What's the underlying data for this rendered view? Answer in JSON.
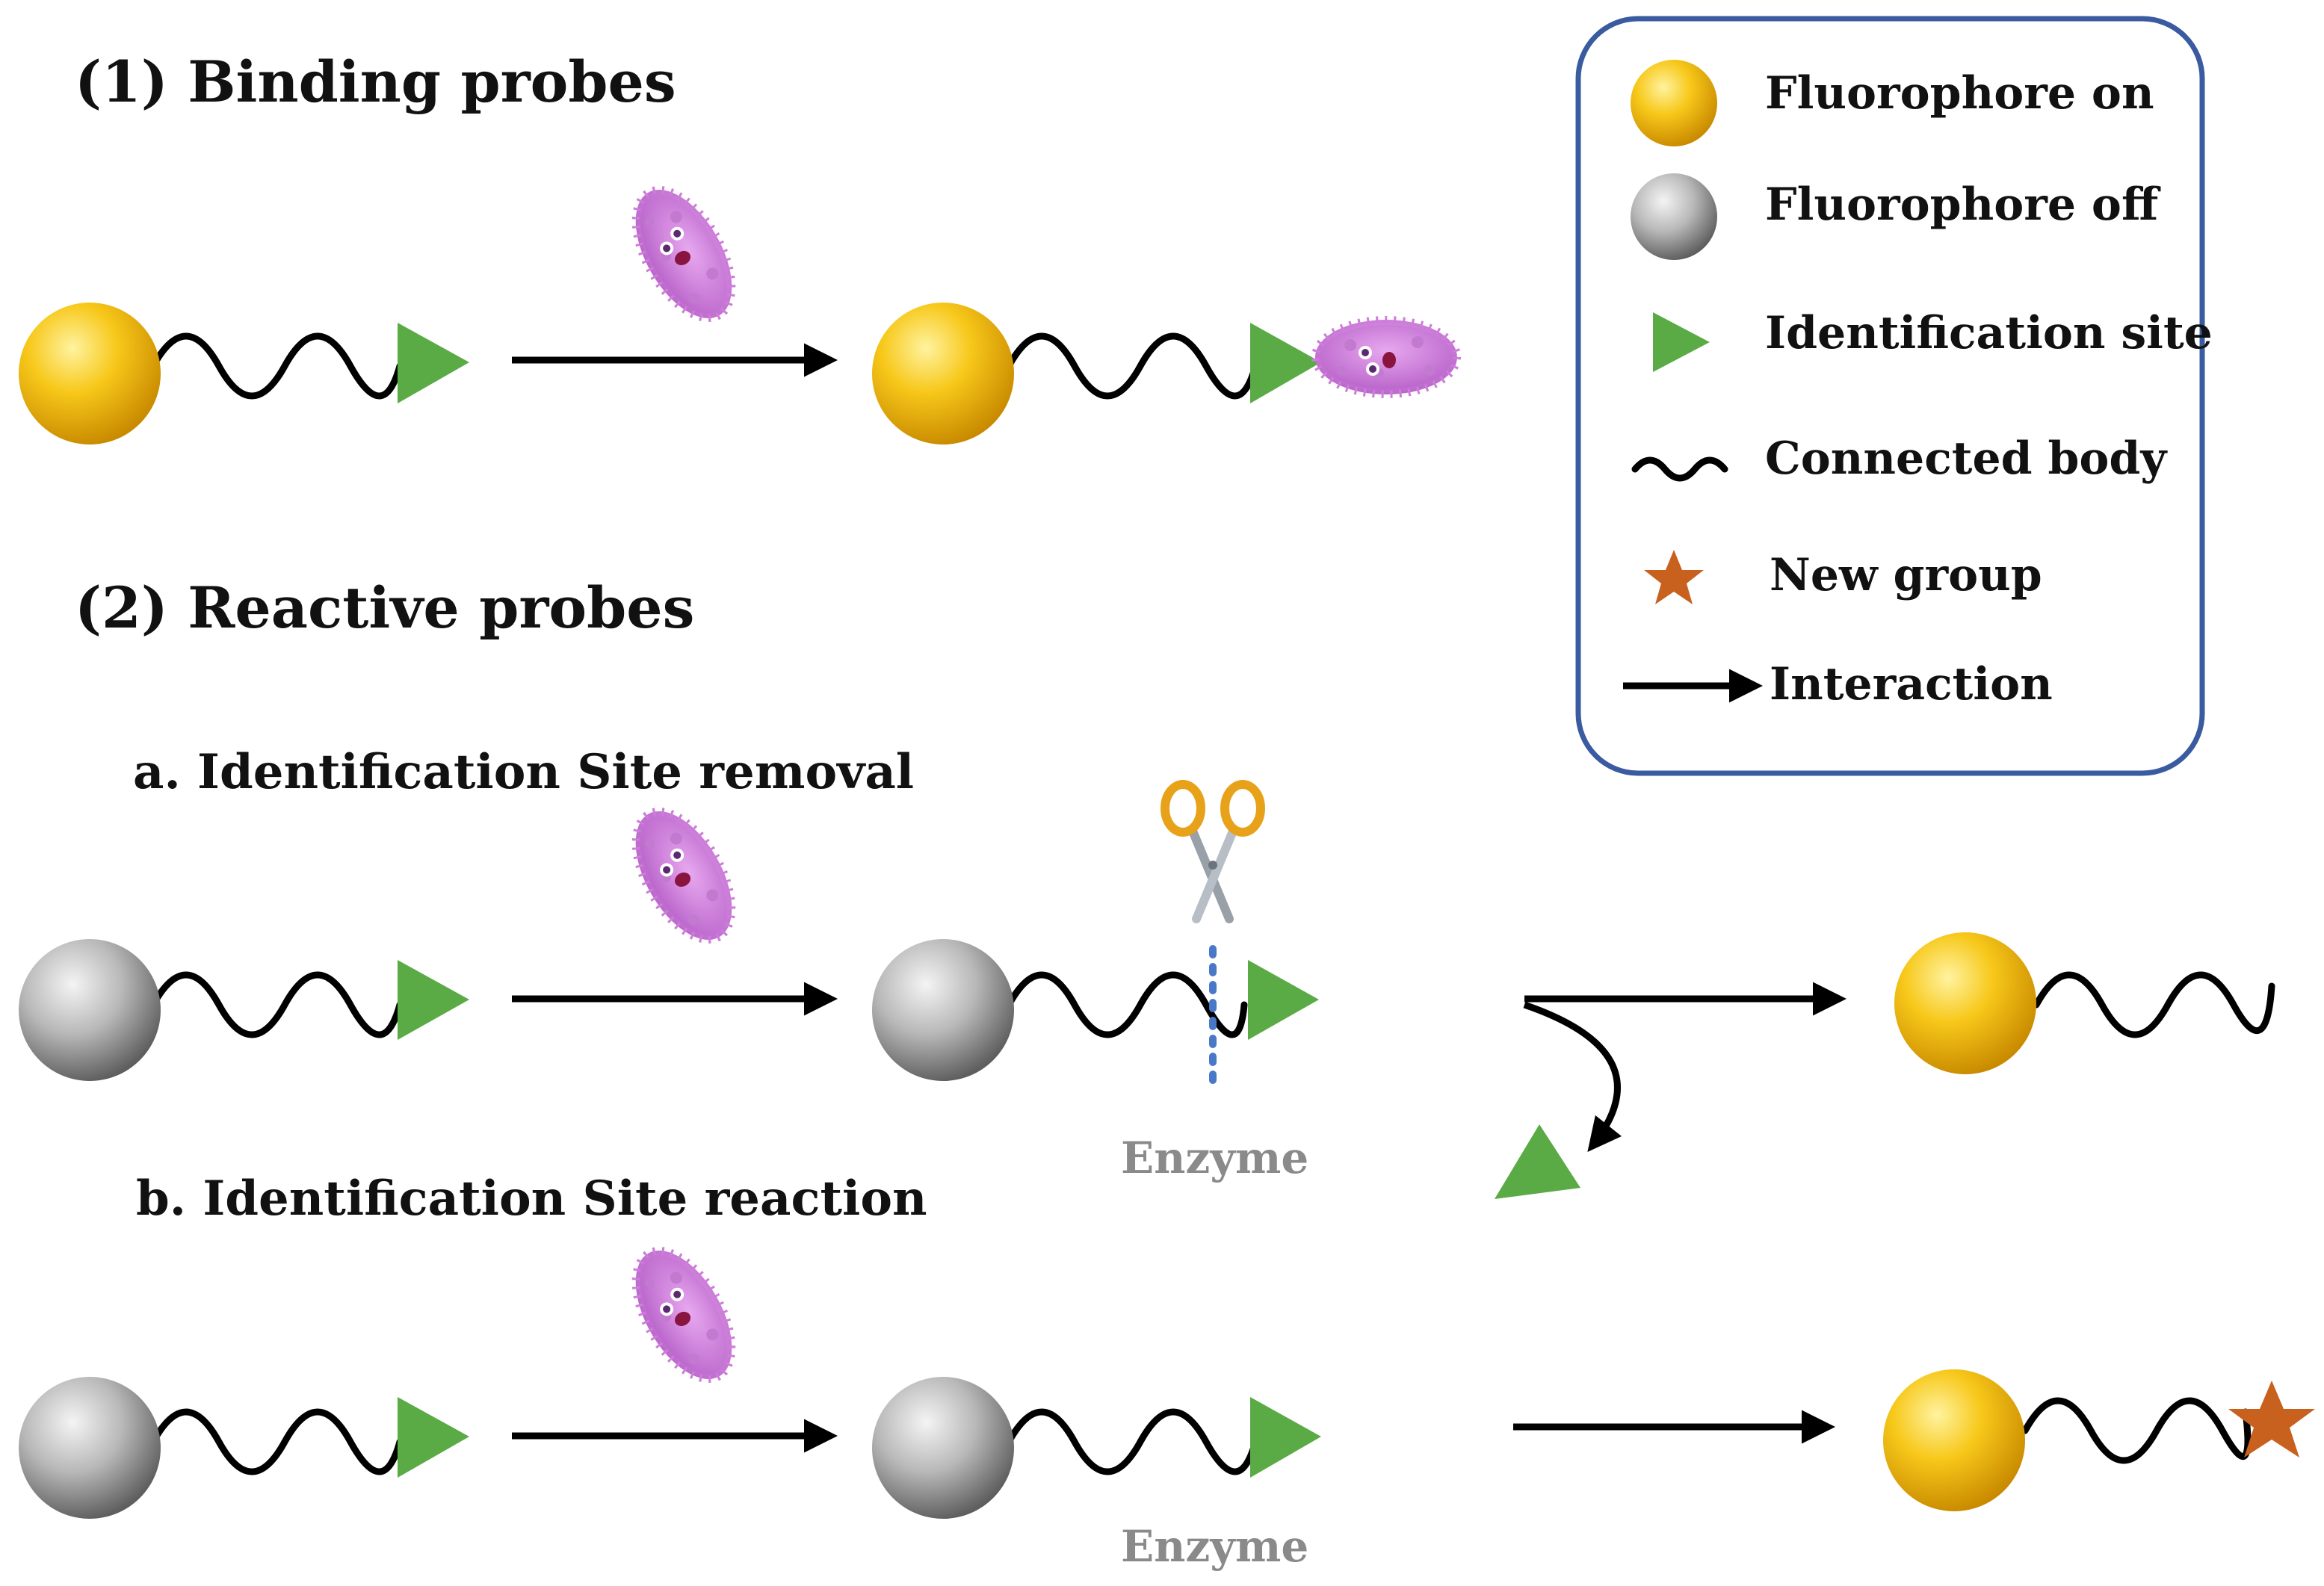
{
  "sections": {
    "binding_title": "(1) Binding probes",
    "reactive_title": "(2) Reactive probes",
    "subsection_a": "a. Identification Site removal",
    "subsection_b": "b. Identification Site reaction",
    "enzyme_label": "Enzyme"
  },
  "legend": {
    "items": [
      {
        "label": "Fluorophore on",
        "icon": "fluorophore-on-icon"
      },
      {
        "label": "Fluorophore off",
        "icon": "fluorophore-off-icon"
      },
      {
        "label": "Identification site",
        "icon": "identification-site-icon"
      },
      {
        "label": "Connected body",
        "icon": "wave-icon"
      },
      {
        "label": "New group",
        "icon": "star-icon"
      },
      {
        "label": "Interaction",
        "icon": "arrow-icon"
      }
    ],
    "border_color": "#3a5ba0"
  },
  "colors": {
    "fluorophore_on": "#f2b705",
    "fluorophore_off": "#9a9a9a",
    "identification_site": "#5aab46",
    "new_group": "#c8601e",
    "bacterium": "#c873d6",
    "scissors": "#e8a21a",
    "cut_line": "#4a78c8"
  }
}
